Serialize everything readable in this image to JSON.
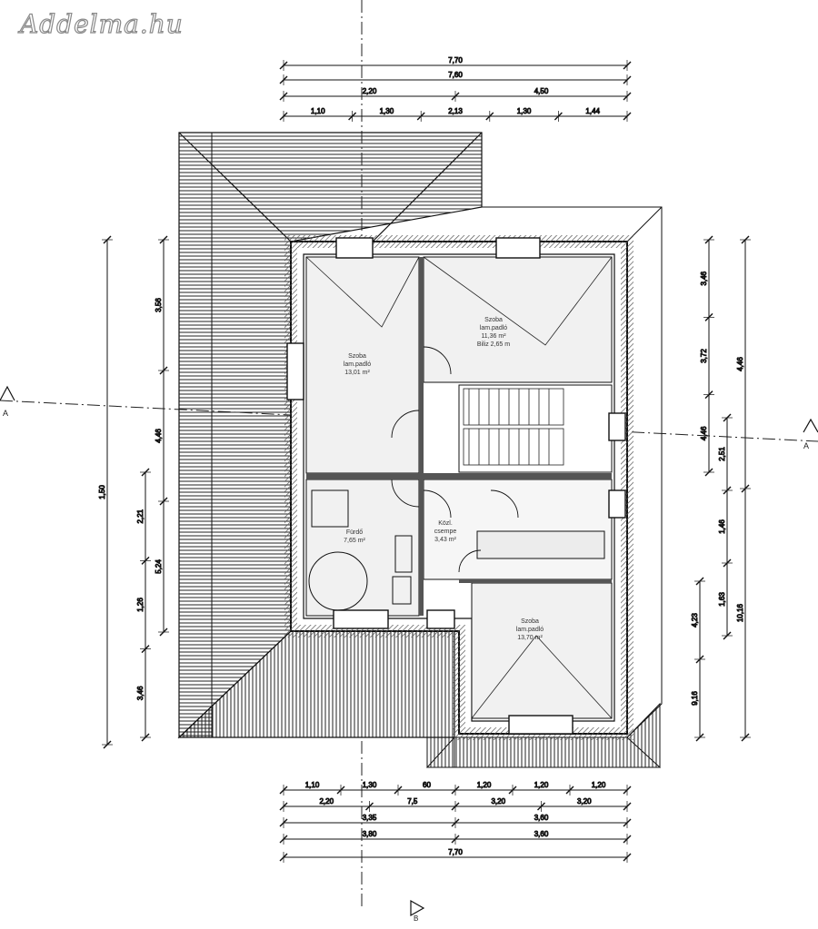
{
  "watermark": "Addelma.hu",
  "colors": {
    "ink": "#111111",
    "room_fill": "#f1f1f1",
    "wall_hatch": "#555555",
    "roof": "#222222"
  },
  "dimensions": {
    "top": [
      [
        "7,70"
      ],
      [
        "7,60"
      ],
      [
        "2,20",
        "4,50"
      ],
      [
        "1,10",
        "1,30",
        "2,13",
        "1,30",
        "1,44"
      ]
    ],
    "bottom": [
      [
        "1,10",
        "1,30",
        "60",
        "1,20",
        "1,20",
        "1,20"
      ],
      [
        "2,20",
        "7,5",
        "3,20",
        "3,20"
      ],
      [
        "3,35",
        "3,60"
      ],
      [
        "3,80",
        "3,60"
      ],
      [
        "7,70"
      ]
    ],
    "left": [
      "3,56",
      "4,46",
      "5,24",
      "2,21",
      "1,26",
      "3,46",
      "1,50"
    ],
    "right": [
      "3,46",
      "3,72",
      "4,46",
      "2,51",
      "1,46",
      "1,63",
      "4,23",
      "9,16",
      "4,46",
      "10,16"
    ]
  },
  "rooms": [
    {
      "name": "Szoba",
      "line2": "lam.padló",
      "area": "13,01 m²"
    },
    {
      "name": "Szoba",
      "line2": "lam.padló",
      "area": "11,36 m²",
      "extra": "Biliz 2,65 m"
    },
    {
      "name": "Fürdő",
      "line2": "",
      "area": "7,65 m²"
    },
    {
      "name": "Közl.",
      "line2": "csempe",
      "area": "3,43 m²"
    },
    {
      "name": "Szoba",
      "line2": "lam.padló",
      "area": "13,70 m²"
    }
  ],
  "section_marks": [
    "A",
    "A",
    "B"
  ]
}
